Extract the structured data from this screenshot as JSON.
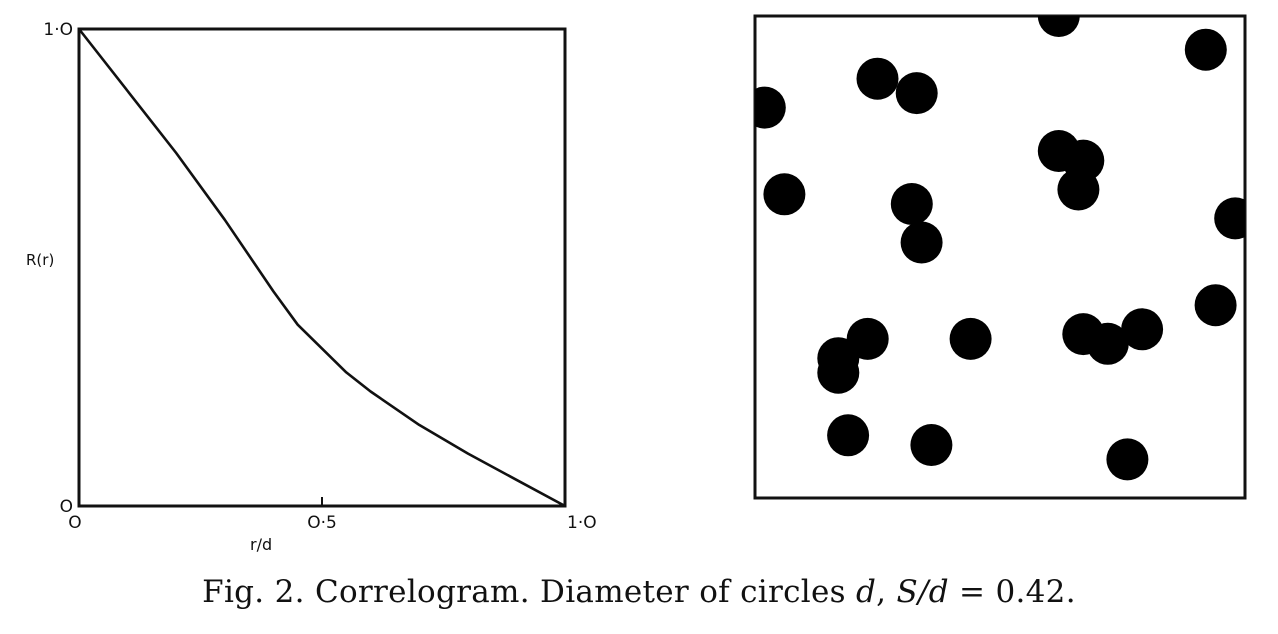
{
  "chart_data": [
    {
      "type": "line",
      "xlabel": "r/d",
      "ylabel": "R(r)",
      "xlim": [
        0,
        1
      ],
      "ylim": [
        0,
        1
      ],
      "x_ticks": [
        {
          "value": 0,
          "label": "O"
        },
        {
          "value": 0.5,
          "label": "O·5"
        },
        {
          "value": 1,
          "label": "1·O"
        }
      ],
      "y_ticks": [
        {
          "value": 0,
          "label": "O"
        },
        {
          "value": 1,
          "label": "1·O"
        }
      ],
      "x": [
        0,
        0.1,
        0.2,
        0.3,
        0.4,
        0.45,
        0.5,
        0.55,
        0.6,
        0.7,
        0.8,
        0.9,
        1.0
      ],
      "y": [
        1.0,
        0.87,
        0.74,
        0.6,
        0.45,
        0.38,
        0.33,
        0.28,
        0.24,
        0.17,
        0.11,
        0.055,
        0.0
      ],
      "grid": false
    },
    {
      "type": "scatter",
      "marker": "filled-circle",
      "xlim": [
        0,
        1
      ],
      "ylim": [
        0,
        1
      ],
      "x": [
        0.02,
        0.06,
        0.25,
        0.33,
        0.17,
        0.32,
        0.34,
        0.62,
        0.67,
        0.66,
        0.92,
        0.98,
        0.17,
        0.23,
        0.44,
        0.67,
        0.72,
        0.79,
        0.94,
        0.19,
        0.36,
        0.76,
        0.62
      ],
      "y": [
        0.81,
        0.63,
        0.87,
        0.84,
        0.29,
        0.61,
        0.53,
        0.72,
        0.7,
        0.64,
        0.93,
        0.58,
        0.26,
        0.33,
        0.33,
        0.34,
        0.32,
        0.35,
        0.4,
        0.13,
        0.11,
        0.08,
        1.0
      ],
      "color": "#000000"
    }
  ],
  "caption": {
    "prefix": "Fig. 2.  Correlogram.  Diameter of circles ",
    "d": "d",
    "sep": ",  ",
    "ratio": "S/d",
    "equals": " = 0.42."
  }
}
